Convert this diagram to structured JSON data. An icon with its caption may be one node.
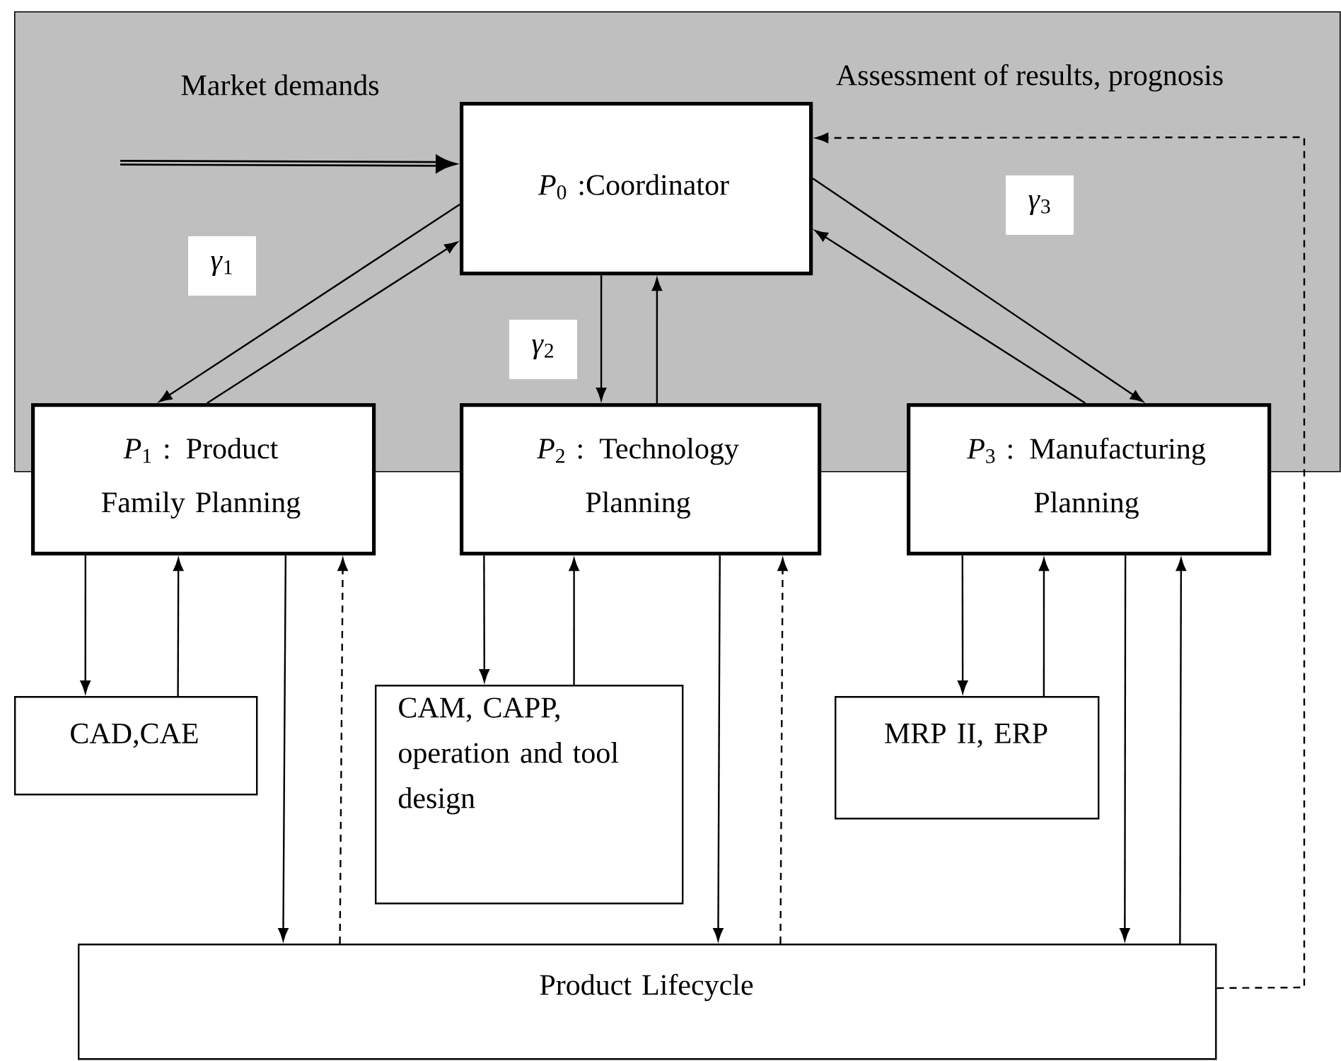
{
  "diagram": {
    "nodes": [
      {
        "text": [
          "Market demands",
          "Assessment of results, prognosis"
        ]
      },
      {
        "text": [
          "*P*$_{0}$ :Coordinator"
        ],
        "in": 0
      },
      {
        "text": [
          "*P*$_{1}$ : Product Family Planning"
        ]
      },
      {
        "text": [
          "*P*$_{2}$ : Technology Planning"
        ]
      },
      {
        "text": [
          "*P*$_{3}$ : Manufacturing Planning"
        ]
      },
      {
        "text": [
          "CAD,CAE"
        ]
      },
      {
        "text": [
          "CAM, CAPP, operation and tool design"
        ]
      },
      {
        "text": [
          "MRP II, ERP"
        ]
      },
      {
        "text": [
          "Product Lifecycle"
        ]
      }
    ],
    "edges": [
      {
        "from": null,
        "to": 1,
        "arrow": "to",
        "style": "thick"
      },
      {
        "from": 1,
        "to": 2,
        "arrow": "to",
        "label": "*γ*$_{1}$"
      },
      {
        "from": 2,
        "to": 1,
        "arrow": "to"
      },
      {
        "from": 1,
        "to": 3,
        "arrow": "to",
        "label": "*γ*$_{2}$"
      },
      {
        "from": 3,
        "to": 1,
        "arrow": "to"
      },
      {
        "from": 1,
        "to": 4,
        "arrow": "to",
        "label": "*γ*$_{3}$"
      },
      {
        "from": 4,
        "to": 1,
        "arrow": "to"
      },
      {
        "from": 2,
        "to": 5,
        "arrow": "to"
      },
      {
        "from": 5,
        "to": 2,
        "arrow": "to"
      },
      {
        "from": 2,
        "to": 8,
        "arrow": "to"
      },
      {
        "from": 8,
        "to": 2,
        "arrow": "to",
        "style": "dashed"
      },
      {
        "from": 3,
        "to": 6,
        "arrow": "to"
      },
      {
        "from": 6,
        "to": 3,
        "arrow": "to"
      },
      {
        "from": 3,
        "to": 8,
        "arrow": "to"
      },
      {
        "from": 8,
        "to": 3,
        "arrow": "to",
        "style": "dashed"
      },
      {
        "from": 4,
        "to": 7,
        "arrow": "to"
      },
      {
        "from": 7,
        "to": 4,
        "arrow": "to"
      },
      {
        "from": 4,
        "to": 8,
        "arrow": "to"
      },
      {
        "from": 8,
        "to": 4,
        "arrow": "to"
      },
      {
        "from": 8,
        "to": 1,
        "arrow": "to",
        "style": "dashed"
      }
    ]
  }
}
